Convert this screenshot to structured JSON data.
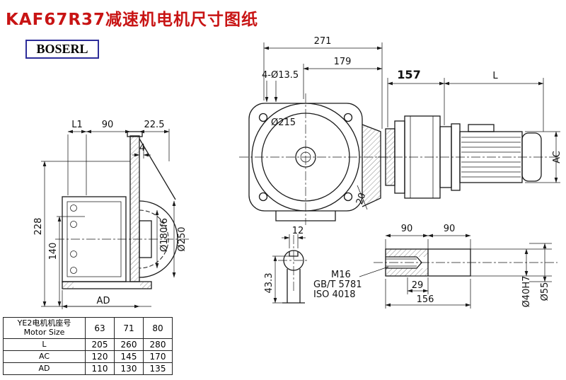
{
  "page": {
    "title": "KAF67R37减速机电机尺寸图纸",
    "logo": "BOSERL"
  },
  "colors": {
    "title_red": "#c81414",
    "logo_border_blue": "#2d2d9a",
    "line": "#1a1a1a"
  },
  "front_view": {
    "dim_271": "271",
    "dim_179": "179",
    "dim_holes": "4-Ø13.5",
    "dim_flange_dia": "Ø215",
    "dim_20": "20"
  },
  "right_view": {
    "dim_157": "157",
    "dim_L": "L",
    "dim_AC": "AC"
  },
  "left_view": {
    "dim_L1": "L1",
    "dim_90": "90",
    "dim_22_5": "22.5",
    "dim_4": "4",
    "dim_228": "228",
    "dim_140": "140",
    "dim_180": "Ø180f6",
    "dim_250": "Ø250",
    "dim_AD": "AD"
  },
  "section_view": {
    "dim_12": "12",
    "dim_43_3": "43.3"
  },
  "shaft_view": {
    "dim_90a": "90",
    "dim_90b": "90",
    "thread": "M16",
    "std_gb": "GB/T 5781",
    "std_iso": "ISO 4018",
    "dim_29": "29",
    "dim_156": "156",
    "dim_40": "Ø40H7",
    "dim_55": "Ø55"
  },
  "table": {
    "header_label_cn": "YE2电机机座号",
    "header_label_en": "Motor Size",
    "sizes": [
      "63",
      "71",
      "80"
    ],
    "rows": [
      {
        "label": "L",
        "values": [
          "205",
          "260",
          "280"
        ]
      },
      {
        "label": "AC",
        "values": [
          "120",
          "145",
          "170"
        ]
      },
      {
        "label": "AD",
        "values": [
          "110",
          "130",
          "135"
        ]
      }
    ]
  }
}
